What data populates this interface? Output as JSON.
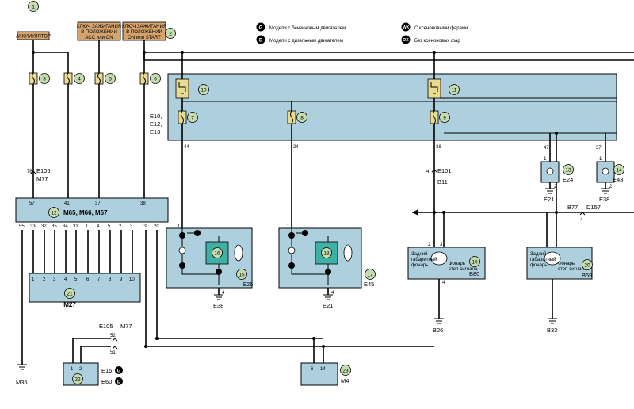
{
  "tags": {
    "battery": "АККУМУЛЯТОР",
    "ignition_acc": [
      "КЛЮЧ ЗАЖИГАНИЯ",
      "В ПОЛОЖЕНИИ",
      "ACC или ON"
    ],
    "ignition_start": [
      "КЛЮЧ ЗАЖИГАНИЯ",
      "В ПОЛОЖЕНИИ",
      "ON или START"
    ]
  },
  "legend": {
    "g": {
      "symbol": "G",
      "text": "Модели с бензиновым двигателем"
    },
    "d": {
      "symbol": "D",
      "text": "Модели с дизельным двигателем"
    },
    "wx": {
      "symbol": "WX",
      "text": "С ксеноновыми фарами"
    },
    "ox": {
      "symbol": "OX",
      "text": "Без ксеноновых фар"
    }
  },
  "callouts": {
    "c1": "1",
    "c2": "2",
    "c3": "3",
    "c4": "4",
    "c5": "5",
    "c6": "6",
    "c7": "7",
    "c8": "8",
    "c9": "9",
    "c10": "10",
    "c11": "11",
    "c12": "12",
    "c13": "13",
    "c14": "14",
    "c15": "15",
    "c16": "16",
    "c17": "17",
    "c18": "18",
    "c19": "19",
    "c20": "20",
    "c21": "21",
    "c22": "22",
    "c23": "23"
  },
  "fuse_box": {
    "label_lines": [
      "E10,",
      "E12,",
      "E13"
    ],
    "pins": {
      "p44": "44",
      "p24": "24",
      "p38": "38",
      "p47": "47",
      "p37": "37"
    }
  },
  "connectors": {
    "e105_top": {
      "pin": "76",
      "name": "E105",
      "sub": "M77"
    },
    "e101": {
      "pin": "4",
      "name": "E101",
      "sub": "B11"
    },
    "b77": {
      "name": "B77",
      "sub": "D157",
      "pin": "4"
    },
    "e105_bot": {
      "name": "E105",
      "sub": "M77",
      "pin_a": "52",
      "pin_b": "51"
    }
  },
  "module12": {
    "title": "M65, M66, M67",
    "top_pins": [
      "57",
      "41",
      "37",
      "38"
    ],
    "bottom_pins": [
      "55",
      "33",
      "32",
      "35",
      "34",
      "31",
      "1",
      "4",
      "5",
      "2",
      "3",
      "19",
      "20"
    ]
  },
  "module21": {
    "pins": [
      "1",
      "2",
      "3",
      "4",
      "5",
      "6",
      "7",
      "8",
      "9",
      "10"
    ],
    "name": "M27"
  },
  "module22": {
    "pins": [
      "1",
      "2"
    ],
    "name_g": "E16",
    "name_d": "E60"
  },
  "module23": {
    "pins": [
      "6",
      "14"
    ],
    "name": "M4"
  },
  "lamp13": {
    "pin_top": "1",
    "pin_bot": "2",
    "name": "E24",
    "ground": "E21"
  },
  "lamp14": {
    "pin_top": "1",
    "pin_bot": "2",
    "name": "E43",
    "ground": "E38"
  },
  "headlamp15": {
    "pin": "1",
    "name": "E26",
    "ground": "E38",
    "pin_gnd": "4"
  },
  "headlamp17": {
    "pin": "1",
    "name": "E45",
    "ground": "E21",
    "pin_gnd": "4"
  },
  "rear19": {
    "pins": [
      "2",
      "3",
      "4"
    ],
    "name": "B80",
    "ground": "B26",
    "lamp_a": [
      "Задний",
      "габаритный",
      "фонарь"
    ],
    "lamp_b": [
      "Фонарь",
      "стоп-сигнала"
    ]
  },
  "rear20": {
    "name": "B59",
    "ground": "B33",
    "lamp_a": [
      "Задний",
      "габаритный",
      "фонарь"
    ],
    "lamp_b": [
      "Фонарь",
      "стоп-сигнала"
    ]
  },
  "grounds": {
    "m35": "M35"
  },
  "colors": {
    "panel": "#aed0de",
    "tag": "#d4a36e",
    "callout": "#c5dcb1",
    "fuse": "#e8dc93"
  }
}
